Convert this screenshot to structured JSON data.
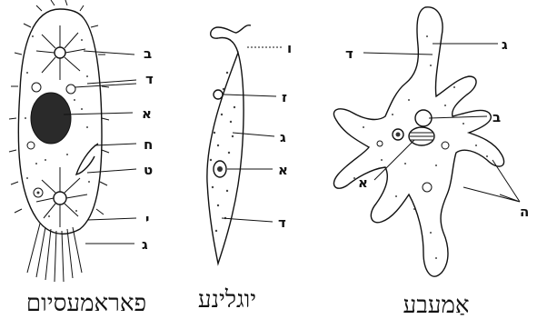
{
  "figure": {
    "organisms": [
      {
        "id": "paramecium",
        "caption": "פאראמעסיום",
        "labels": [
          "ב",
          "ד",
          "א",
          "ח",
          "ט",
          "י",
          "ג"
        ]
      },
      {
        "id": "euglena",
        "caption": "יוגלינע",
        "labels": [
          "ו",
          "ז",
          "ג",
          "א",
          "ד"
        ]
      },
      {
        "id": "amoeba",
        "caption": "אַמעבע",
        "labels": [
          "ג",
          "ד",
          "ב",
          "א",
          "ה"
        ]
      }
    ]
  }
}
